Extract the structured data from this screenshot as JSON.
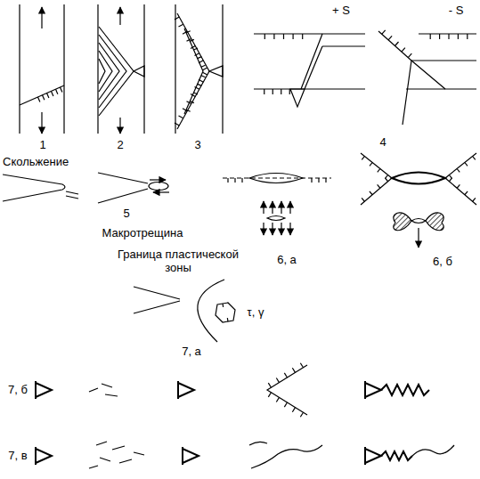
{
  "diagram": {
    "labels": [
      "+ S",
      "1",
      "2",
      "3",
      "- S",
      "4",
      "Скольжение",
      "5",
      "Макротрещина",
      "6, а",
      "6, б",
      "Граница пластической зоны",
      "7, а",
      "τ, γ",
      "7, б",
      "7, в"
    ]
  }
}
